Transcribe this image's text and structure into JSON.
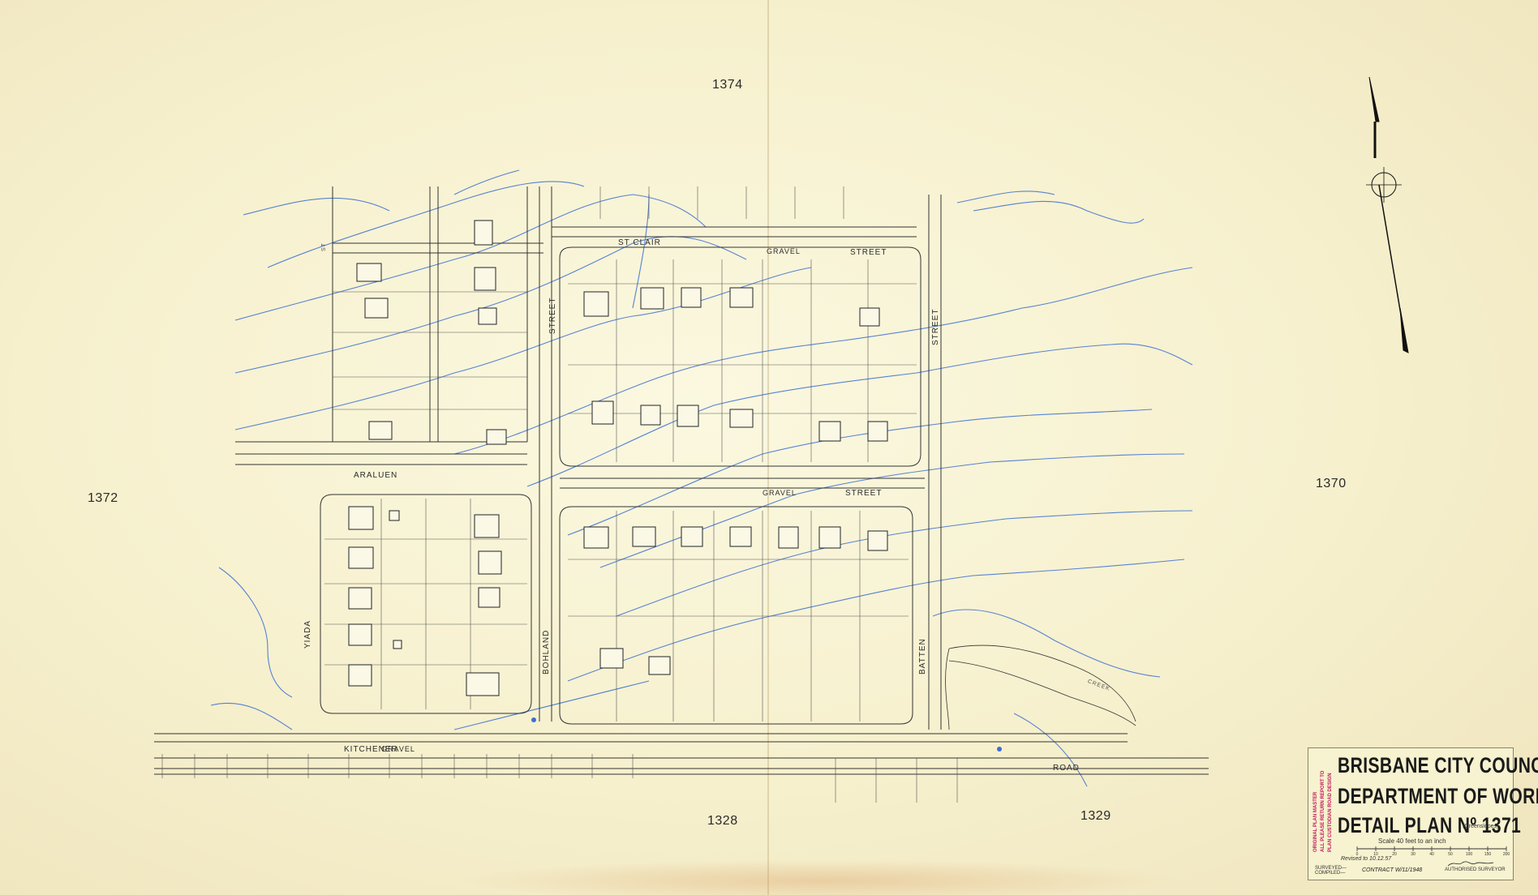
{
  "map": {
    "adjacent_sheets": {
      "north": "1374",
      "west": "1372",
      "east": "1370",
      "south_left": "1328",
      "south_right": "1329"
    },
    "streets": {
      "st_clair": "ST CLAIR",
      "street_top": "STREET",
      "street_middle": "STREET",
      "street_left_vertical": "STREET",
      "street_right_vertical": "STREET",
      "araluen": "ARALUEN",
      "yiada": "YIADA",
      "bohland": "BOHLAND",
      "batten": "BATTEN",
      "kitchener": "KITCHENER",
      "road": "ROAD",
      "gravel_1": "GRAVEL",
      "gravel_2": "GRAVEL",
      "gravel_3": "GRAVEL",
      "creek": "CREEK",
      "st_small": "ST"
    },
    "colors": {
      "contour": "#3b6fd1",
      "linework": "#333333",
      "paper": "#f6f0cd",
      "stamp": "#c2185b"
    }
  },
  "title_block": {
    "council": "BRISBANE CITY COUNCIL",
    "department": "DEPARTMENT OF WORKS",
    "plan": "DETAIL PLAN Nº 1371",
    "suburb": "(Greenslopes)",
    "scale": "Scale 40 feet to an inch",
    "scale_ticks": [
      "0",
      "10",
      "20",
      "30",
      "40",
      "50",
      "100",
      "150",
      "200"
    ],
    "revised": "Revised to 10.12.57",
    "surveyed": "SURVEYED—",
    "compiled": "COMPILED—",
    "contract": "CONTRACT W/11/1948",
    "authorised": "AUTHORISED SURVEYOR",
    "stamp_lines": [
      "ORIGINAL PLAN MASTER",
      "ALL PLEASE RETURN REPORT TO",
      "PLAN CUSTODIAN ROAD DESIGN"
    ]
  }
}
